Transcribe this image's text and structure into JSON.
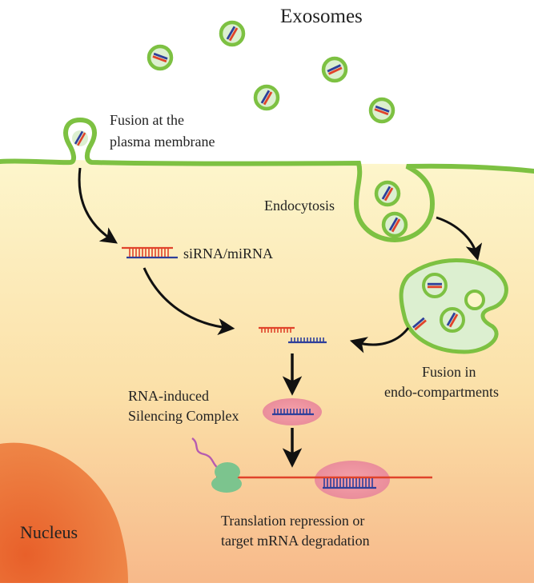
{
  "diagram": {
    "title": "Exosomes",
    "labels": {
      "fusion_plasma_line1": "Fusion at the",
      "fusion_plasma_line2": "plasma membrane",
      "endocytosis": "Endocytosis",
      "sirna": "siRNA/miRNA",
      "fusion_endo_line1": "Fusion in",
      "fusion_endo_line2": "endo-compartments",
      "risc_line1": "RNA-induced",
      "risc_line2": "Silencing Complex",
      "translation_line1": "Translation repression or",
      "translation_line2": "target mRNA degradation",
      "nucleus": "Nucleus"
    }
  },
  "colors": {
    "membrane": "#7dc142",
    "exosome_fill": "#dcefd0",
    "rna_red": "#e0432b",
    "rna_blue": "#2e3f9a",
    "nucleus": "#e8703a",
    "risc": "#e88e9c",
    "ribosome": "#7cc48e",
    "peptide": "#b65bb0",
    "arrow": "#111111",
    "cytoplasm_top": "#fdf5c9",
    "cytoplasm_bottom": "#f7b98a"
  }
}
